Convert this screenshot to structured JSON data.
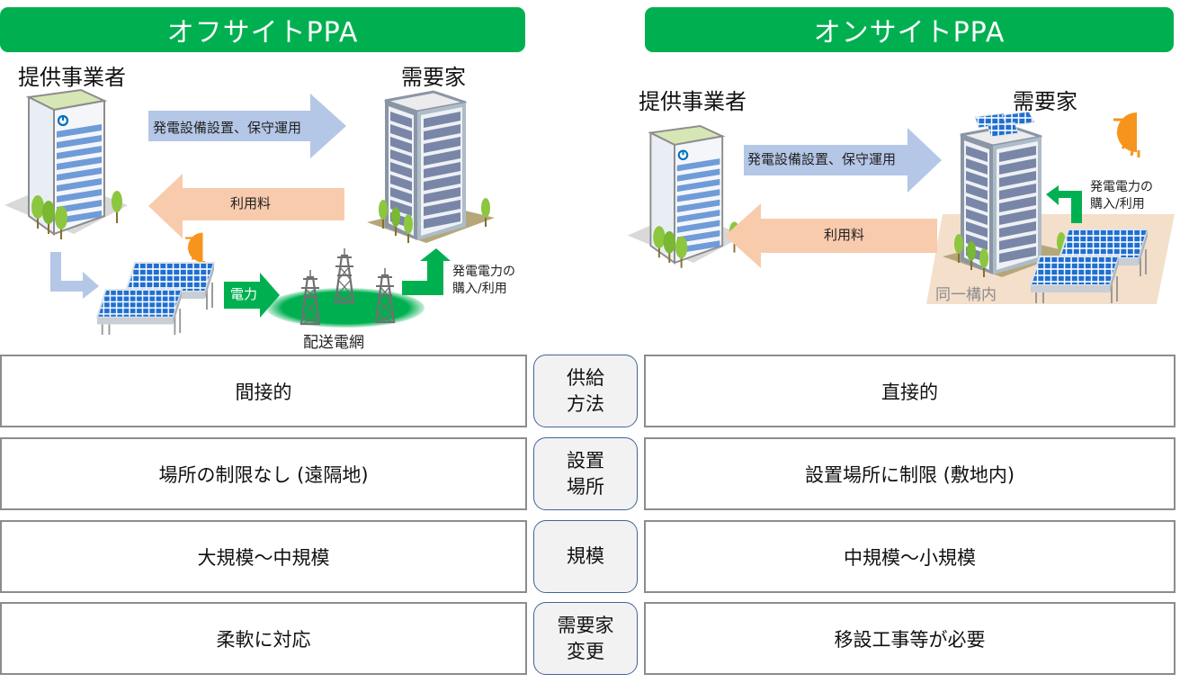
{
  "offsite": {
    "title": "オフサイトPPA",
    "provider_label": "提供事業者",
    "consumer_label": "需要家",
    "service_arrow_label": "発電設備設置、保守運用",
    "fee_arrow_label": "利用料",
    "power_arrow_label": "電力",
    "grid_label": "配送電網",
    "purchase_label_line1": "発電電力の",
    "purchase_label_line2": "購入/利用"
  },
  "onsite": {
    "title": "オンサイトPPA",
    "provider_label": "提供事業者",
    "consumer_label": "需要家",
    "service_arrow_label": "発電設備設置、保守運用",
    "fee_arrow_label": "利用料",
    "purchase_label_line1": "発電電力の",
    "purchase_label_line2": "購入/利用",
    "premises_label": "同一構内"
  },
  "comparison": {
    "rows": [
      {
        "category": "供給\n方法",
        "offsite": "間接的",
        "onsite": "直接的"
      },
      {
        "category": "設置\n場所",
        "offsite": "場所の制限なし (遠隔地)",
        "onsite": "設置場所に制限 (敷地内)"
      },
      {
        "category": "規模",
        "offsite": "大規模～中規模",
        "onsite": "中規模～小規模"
      },
      {
        "category": "需要家\n変更",
        "offsite": "柔軟に対応",
        "onsite": "移設工事等が必要"
      }
    ]
  },
  "colors": {
    "banner_green": "#00b050",
    "service_arrow_blue": "#b4c7e7",
    "fee_arrow_peach": "#f8cbad",
    "power_arrow_green": "#00b050",
    "premises_beige": "#f4dfcb",
    "sun_orange": "#f7941d",
    "category_border": "#41659a"
  }
}
